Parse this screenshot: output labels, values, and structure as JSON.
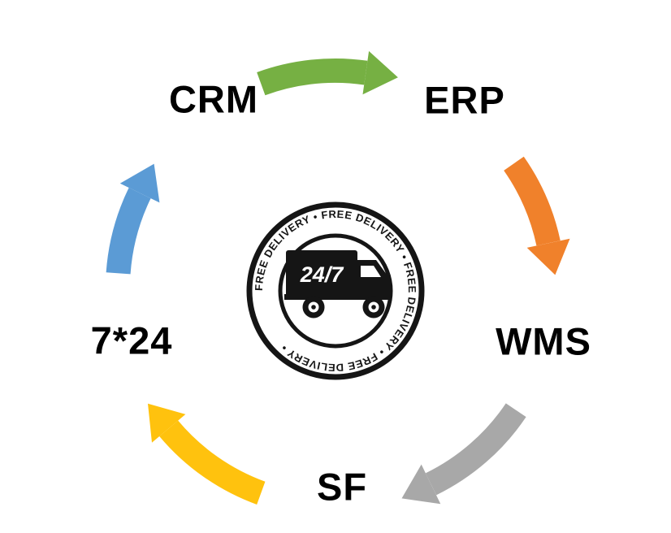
{
  "diagram": {
    "nodes": {
      "crm": {
        "label": "CRM"
      },
      "erp": {
        "label": "ERP"
      },
      "wms": {
        "label": "WMS"
      },
      "sf": {
        "label": "SF"
      },
      "support": {
        "label": "7*24"
      }
    },
    "arrows": [
      {
        "name": "crm-to-erp",
        "color": "#76b043"
      },
      {
        "name": "erp-to-wms",
        "color": "#f0812b"
      },
      {
        "name": "wms-to-sf",
        "color": "#a8a8a8"
      },
      {
        "name": "sf-to-support",
        "color": "#ffc20e"
      },
      {
        "name": "support-to-crm",
        "color": "#5b9bd5"
      }
    ],
    "badge": {
      "ring_text": "FREE DELIVERY • FREE DELIVERY • FREE DELIVERY • FREE DELIVERY • ",
      "truck_label": "24/7",
      "ink_color": "#151515"
    }
  }
}
